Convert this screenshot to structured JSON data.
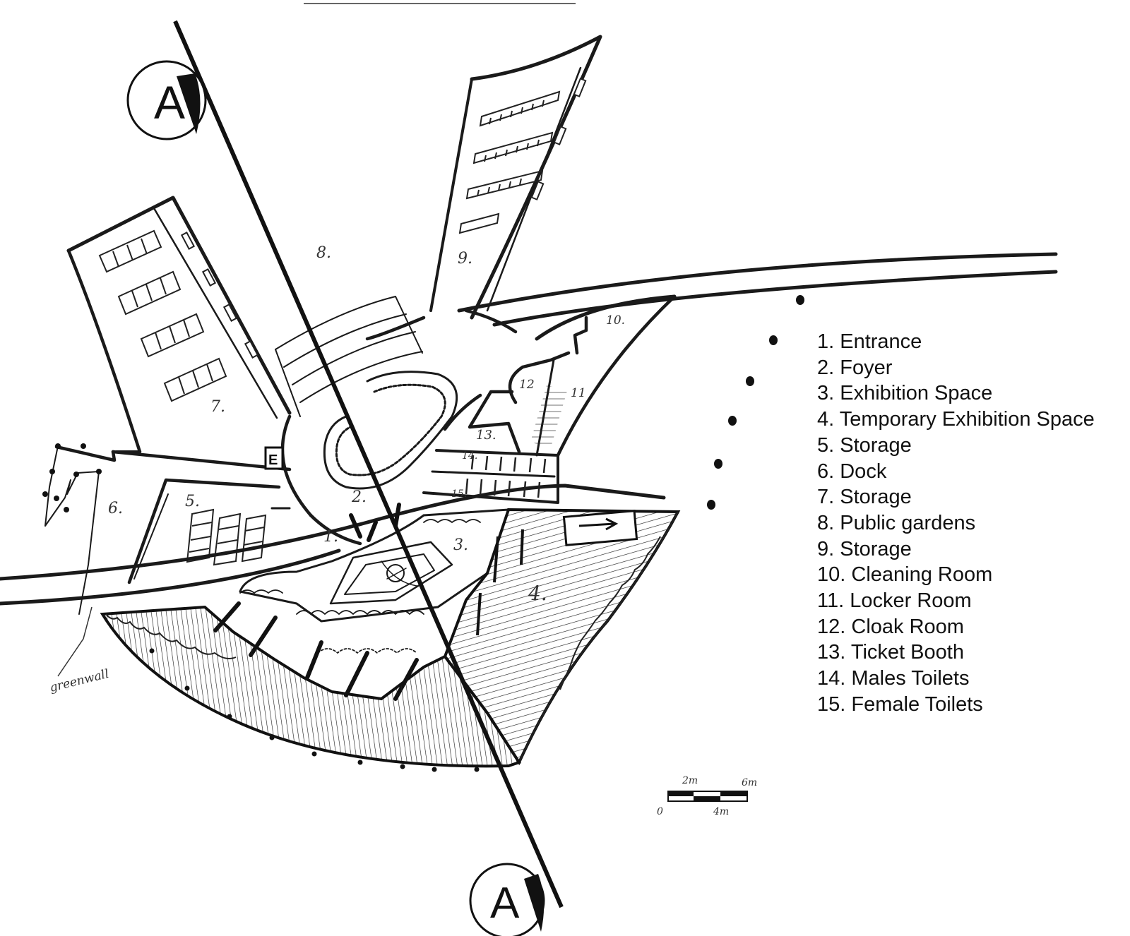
{
  "section_marker": {
    "letter": "A"
  },
  "room_labels": {
    "r1": "1.",
    "r2": "2.",
    "r3": "3.",
    "r4": "4.",
    "r5": "5.",
    "r6": "6.",
    "r7": "7.",
    "r8": "8.",
    "r9": "9.",
    "r10": "10.",
    "r11": "11",
    "r12": "12",
    "r13": "13.",
    "r14": "14.",
    "r15": "15.",
    "elevator": "E"
  },
  "annotations": {
    "greenwall": "greenwall"
  },
  "legend": [
    "1. Entrance",
    "2. Foyer",
    "3. Exhibition Space",
    "4. Temporary Exhibition Space",
    "5. Storage",
    "6. Dock",
    "7. Storage",
    "8. Public gardens",
    "9. Storage",
    "10. Cleaning Room",
    "11. Locker Room",
    "12. Cloak Room",
    "13. Ticket Booth",
    "14. Males Toilets",
    "15. Female Toilets"
  ],
  "scale_bar": {
    "label_0": "0",
    "label_2": "2m",
    "label_4": "4m",
    "label_6": "6m"
  }
}
